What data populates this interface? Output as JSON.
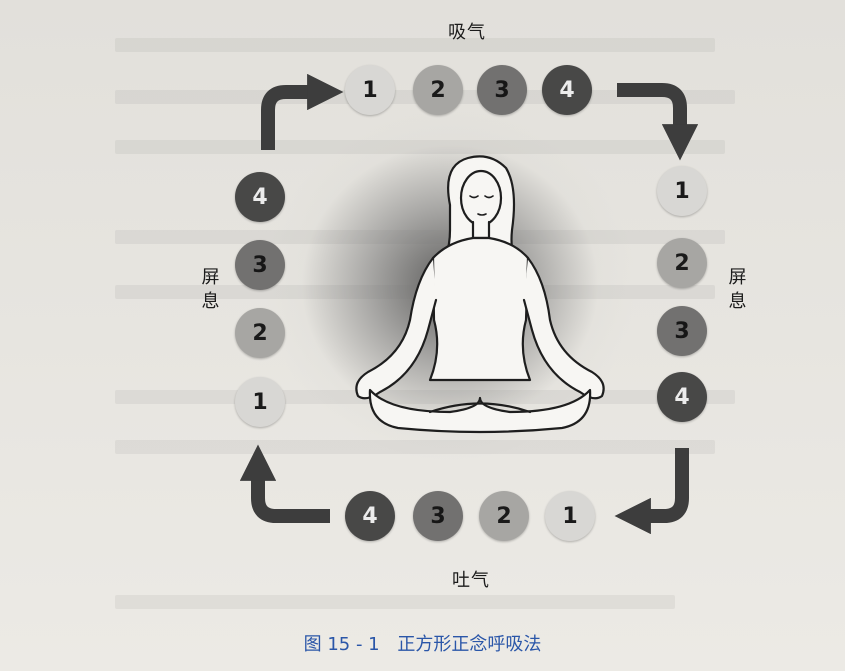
{
  "labels": {
    "top": "吸气",
    "bottom": "吐气",
    "left": [
      "屏",
      "息"
    ],
    "right": [
      "屏",
      "息"
    ]
  },
  "circles": {
    "top": [
      "1",
      "2",
      "3",
      "4"
    ],
    "right": [
      "1",
      "2",
      "3",
      "4"
    ],
    "bottom": [
      "4",
      "3",
      "2",
      "1"
    ],
    "left": [
      "4",
      "3",
      "2",
      "1"
    ]
  },
  "caption": {
    "number": "图 15 - 1",
    "title": "正方形正念呼吸法"
  },
  "colors": {
    "caption": "#2a56a8",
    "arrow": "#3d3d3d",
    "shade1": "#d8d7d4",
    "shade2": "#a7a6a3",
    "shade3": "#727170",
    "shade4": "#484847"
  }
}
